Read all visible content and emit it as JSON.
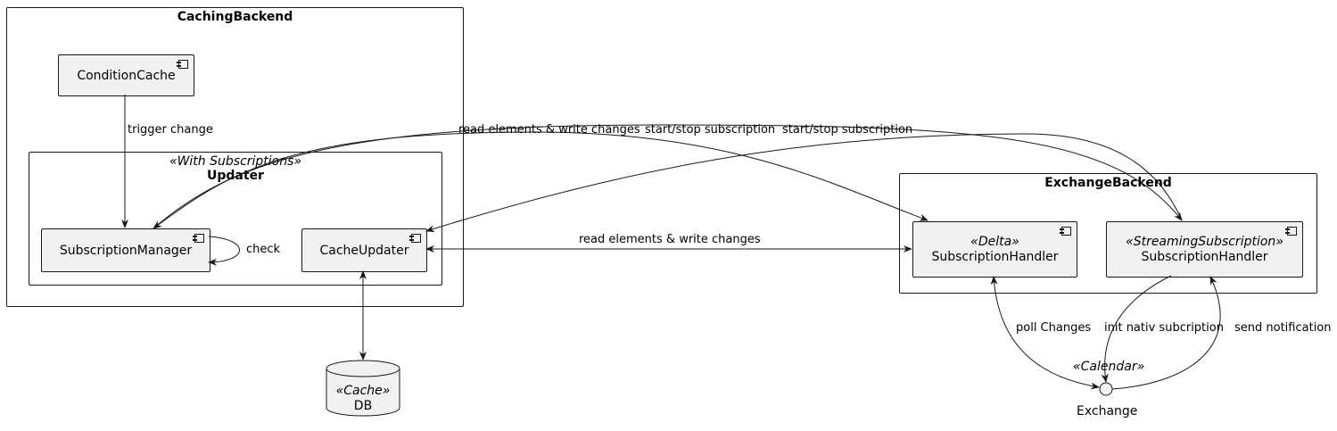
{
  "packages": {
    "caching_backend": "CachingBackend",
    "updater": {
      "stereotype": "«With Subscriptions»",
      "name": "Updater"
    },
    "exchange_backend": "ExchangeBackend"
  },
  "components": {
    "condition_cache": "ConditionCache",
    "subscription_manager": "SubscriptionManager",
    "cache_updater": "CacheUpdater",
    "delta_handler": {
      "stereotype": "«Delta»",
      "name": "SubscriptionHandler"
    },
    "streaming_handler": {
      "stereotype": "«StreamingSubscription»",
      "name": "SubscriptionHandler"
    },
    "db": {
      "stereotype": "«Cache»",
      "name": "DB"
    },
    "exchange": {
      "stereotype": "«Calendar»",
      "name": "Exchange"
    }
  },
  "edges": {
    "trigger_change": "trigger change",
    "check": "check",
    "read_write_top": "read elements & write changes",
    "start_stop_1": "start/stop subscription",
    "start_stop_2": "start/stop subscription",
    "read_write_mid": "read elements & write changes",
    "poll_changes": "poll Changes",
    "init_nativ": "init nativ subcription",
    "send_notification": "send notification"
  }
}
